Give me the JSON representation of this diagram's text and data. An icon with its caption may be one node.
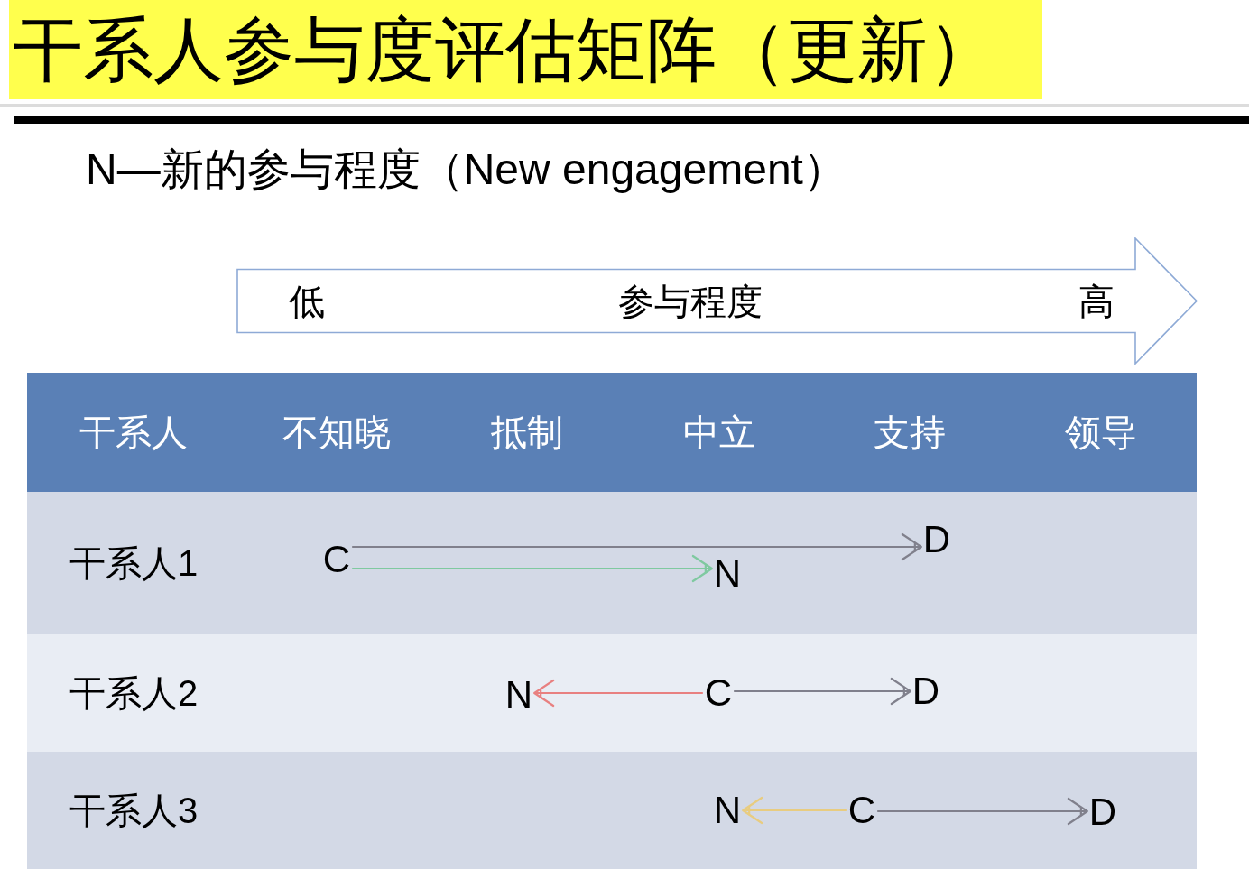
{
  "diagram": {
    "title": "干系人参与度评估矩阵（更新）",
    "nodes": [
      {
        "text": [
          "低",
          "参与程度",
          "高"
        ]
      },
      {
        "text": [
          "C"
        ]
      },
      {
        "text": [
          "D"
        ]
      },
      {
        "text": [
          "N"
        ]
      },
      {
        "text": [
          "N"
        ]
      },
      {
        "text": [
          "C"
        ]
      },
      {
        "text": [
          "D"
        ]
      },
      {
        "text": [
          "N"
        ]
      },
      {
        "text": [
          "C"
        ]
      },
      {
        "text": [
          "D"
        ]
      }
    ],
    "edges": [
      {
        "from": 1,
        "to": 2,
        "arrow": "to"
      },
      {
        "from": 1,
        "to": 3,
        "arrow": "to",
        "color": "#7fc9a0"
      },
      {
        "from": 5,
        "to": 4,
        "arrow": "to",
        "color": "#e88080"
      },
      {
        "from": 5,
        "to": 6,
        "arrow": "to"
      },
      {
        "from": 8,
        "to": 7,
        "arrow": "to",
        "color": "#e8cc80"
      },
      {
        "from": 8,
        "to": 9,
        "arrow": "to"
      }
    ],
    "labels": [
      "N—新的参与程度（New engagement）",
      "干系人",
      "不知晓",
      "抵制",
      "中立",
      "支持",
      "领导",
      "干系人1",
      "干系人2",
      "干系人3"
    ]
  }
}
